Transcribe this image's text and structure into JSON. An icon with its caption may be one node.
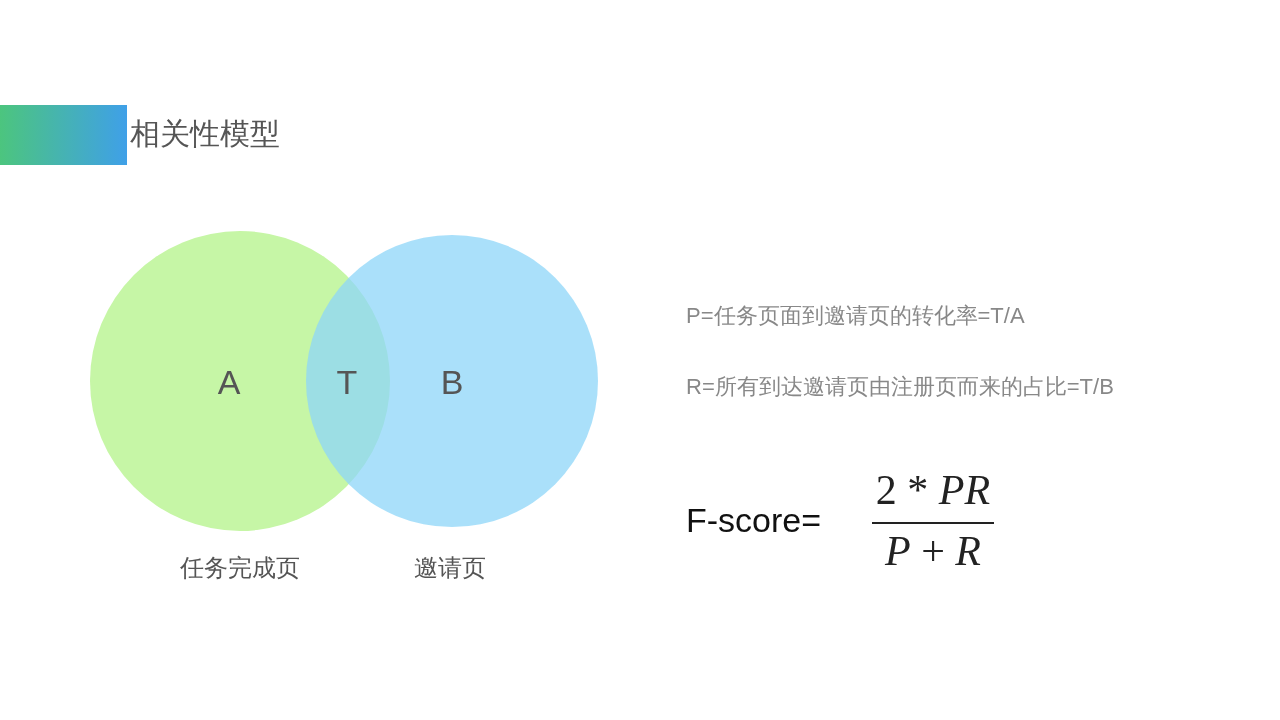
{
  "diagram": {
    "title": "相关性模型",
    "nodes": [
      {
        "text": [
          "A"
        ],
        "beside": [
          "任务完成页"
        ]
      },
      {
        "text": [
          "B"
        ],
        "beside": [
          "邀请页"
        ]
      }
    ],
    "labels": [
      "T",
      "P=任务页面到邀请页的转化率=T/A",
      "R=所有到达邀请页由注册页而来的占比=T/B",
      "F-score=",
      "2 * *PR*",
      "*P* + *R*"
    ]
  }
}
